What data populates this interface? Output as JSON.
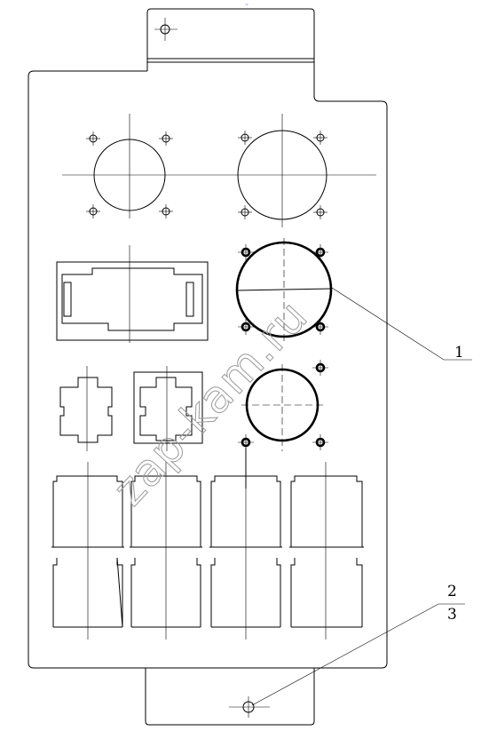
{
  "callouts": {
    "label_1": "1",
    "label_2": "2",
    "label_3": "3"
  },
  "watermark": {
    "text": "zap-kam.ru",
    "color": "#9a9a9a"
  },
  "top_mark": {
    "text": "~"
  },
  "colors": {
    "line": "#000000",
    "background": "#ffffff",
    "mark": "#3050c0"
  }
}
